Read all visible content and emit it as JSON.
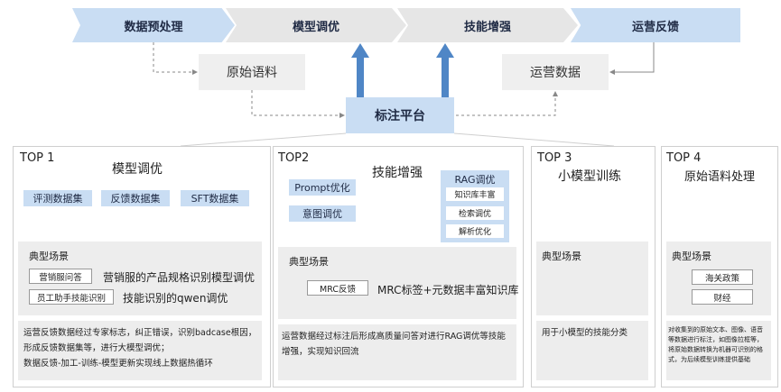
{
  "flow": {
    "steps": [
      "数据预处理",
      "模型调优",
      "技能增强",
      "运营反馈"
    ],
    "left_source": "原始语料",
    "right_source": "运营数据",
    "platform": "标注平台"
  },
  "panels": [
    {
      "top": "TOP 1",
      "title": "模型调优",
      "tags": [
        "评测数据集",
        "反馈数据集",
        "SFT数据集"
      ],
      "scene_label": "典型场景",
      "scenes": [
        {
          "box": "营销服问答",
          "text": "营销服的产品规格识别模型调优"
        },
        {
          "box": "员工助手技能识别",
          "text": "技能识别的qwen调优"
        }
      ],
      "desc": [
        "运营反馈数据经过专家标志，纠正错误，识别badcase根因，",
        "形成反馈数据集等，进行大模型调优；",
        "数据反馈-加工-训练-模型更新实现线上数据热循环"
      ]
    },
    {
      "top": "TOP2",
      "title": "技能增强",
      "tags": [
        "Prompt优化",
        "意图调优"
      ],
      "rag": {
        "title": "RAG调优",
        "items": [
          "知识库丰富",
          "检索调优",
          "解析优化"
        ]
      },
      "scene_label": "典型场景",
      "scenes": [
        {
          "box": "MRC反馈",
          "text": "MRC标签+元数据丰富知识库"
        }
      ],
      "desc": [
        "运营数据经过标注后形成高质量问答对进行RAG调优等技能",
        "增强，实现知识回流"
      ]
    },
    {
      "top": "TOP 3",
      "title": "小模型训练",
      "scene_label": "典型场景",
      "desc": [
        "用于小模型的技能分类"
      ]
    },
    {
      "top": "TOP 4",
      "title": "原始语料处理",
      "scene_label": "典型场景",
      "scene_boxes": [
        "海关政策",
        "财经"
      ],
      "desc": [
        "对收集到的原始文本、图像、语音",
        "等数据进行标注，如图像拉框等，",
        "将原始数据转换为机器可识别的格",
        "式，为后续模型训练提供基础"
      ]
    }
  ],
  "colors": {
    "accent": "#c9ddf3",
    "arrow": "#4f86c6"
  }
}
